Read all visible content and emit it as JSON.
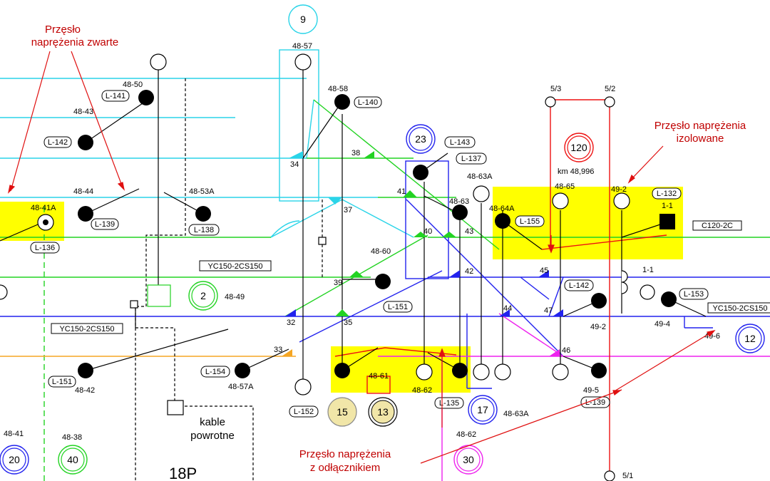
{
  "annotations": {
    "a1_line1": "Przęsło",
    "a1_line2": "naprężenia zwarte",
    "a2_line1": "Przęsło naprężenia",
    "a2_line2": "izolowane",
    "a3_line1": "Przęsło naprężenia",
    "a3_line2": "z odłącznikiem"
  },
  "circles": {
    "c9": "9",
    "c23": "23",
    "c120": "120",
    "c2": "2",
    "c12": "12",
    "c15": "15",
    "c13": "13",
    "c17": "17",
    "c30": "30",
    "c20": "20",
    "c40": "40"
  },
  "boxes": {
    "L141": "L-141",
    "L140": "L-140",
    "L142a": "L-142",
    "L143": "L-143",
    "L137": "L-137",
    "L139a": "L-139",
    "L138": "L-138",
    "L136": "L-136",
    "L132": "L-132",
    "L155": "L-155",
    "L151a": "L-151",
    "L142b": "L-142",
    "L153": "L-153",
    "L151b": "L-151",
    "L154": "L-154",
    "L152": "L-152",
    "L135": "L-135",
    "L139b": "L-139"
  },
  "tracks": {
    "yc1": "YC150-2CS150",
    "yc2": "YC150-2CS150",
    "yc3": "YC150-2CS150",
    "c120": "C120-2C"
  },
  "labels": {
    "n4857": "48-57",
    "n4850": "48-50",
    "n4843": "48-43",
    "n4858": "48-58",
    "n5_3": "5/3",
    "n5_2": "5/2",
    "km": "km 48,996",
    "n4863A_top": "48-63A",
    "n4844": "48-44",
    "n4853A": "48-53A",
    "n4841A": "48-41A",
    "n4865": "48-65",
    "n492": "49-2",
    "n11a": "1-1",
    "n4863": "48-63",
    "n4864A": "48-64A",
    "n4860": "48-60",
    "n4849": "48-49",
    "n11b": "1-1",
    "n492b": "49-2",
    "n494": "49-4",
    "n496": "49-6",
    "n4842": "48-42",
    "n4857A": "48-57A",
    "n4861": "48-61",
    "n4862": "48-62",
    "n495": "49-5",
    "n4863A_bot": "48-63A",
    "n4862b": "48-62",
    "n4841": "48-41",
    "n4838": "48-38",
    "n5_1": "5/1",
    "s38": "38",
    "s34": "34",
    "s37": "37",
    "s41": "41",
    "s40": "40",
    "s43": "43",
    "s42": "42",
    "s45": "45",
    "s47": "47",
    "s44": "44",
    "s46": "46",
    "s39": "39",
    "s32": "32",
    "s35": "35",
    "s33": "33"
  },
  "text": {
    "kable1": "kable",
    "kable2": "powrotne",
    "p18": "18P"
  },
  "colors": {
    "cyan": "#2ad4e8",
    "green": "#22d322",
    "blue": "#2222ee",
    "orange": "#f5a623",
    "magenta": "#ee22ee",
    "red": "#ee1111",
    "yellow": "#ffff00",
    "annot": "#c00000"
  }
}
